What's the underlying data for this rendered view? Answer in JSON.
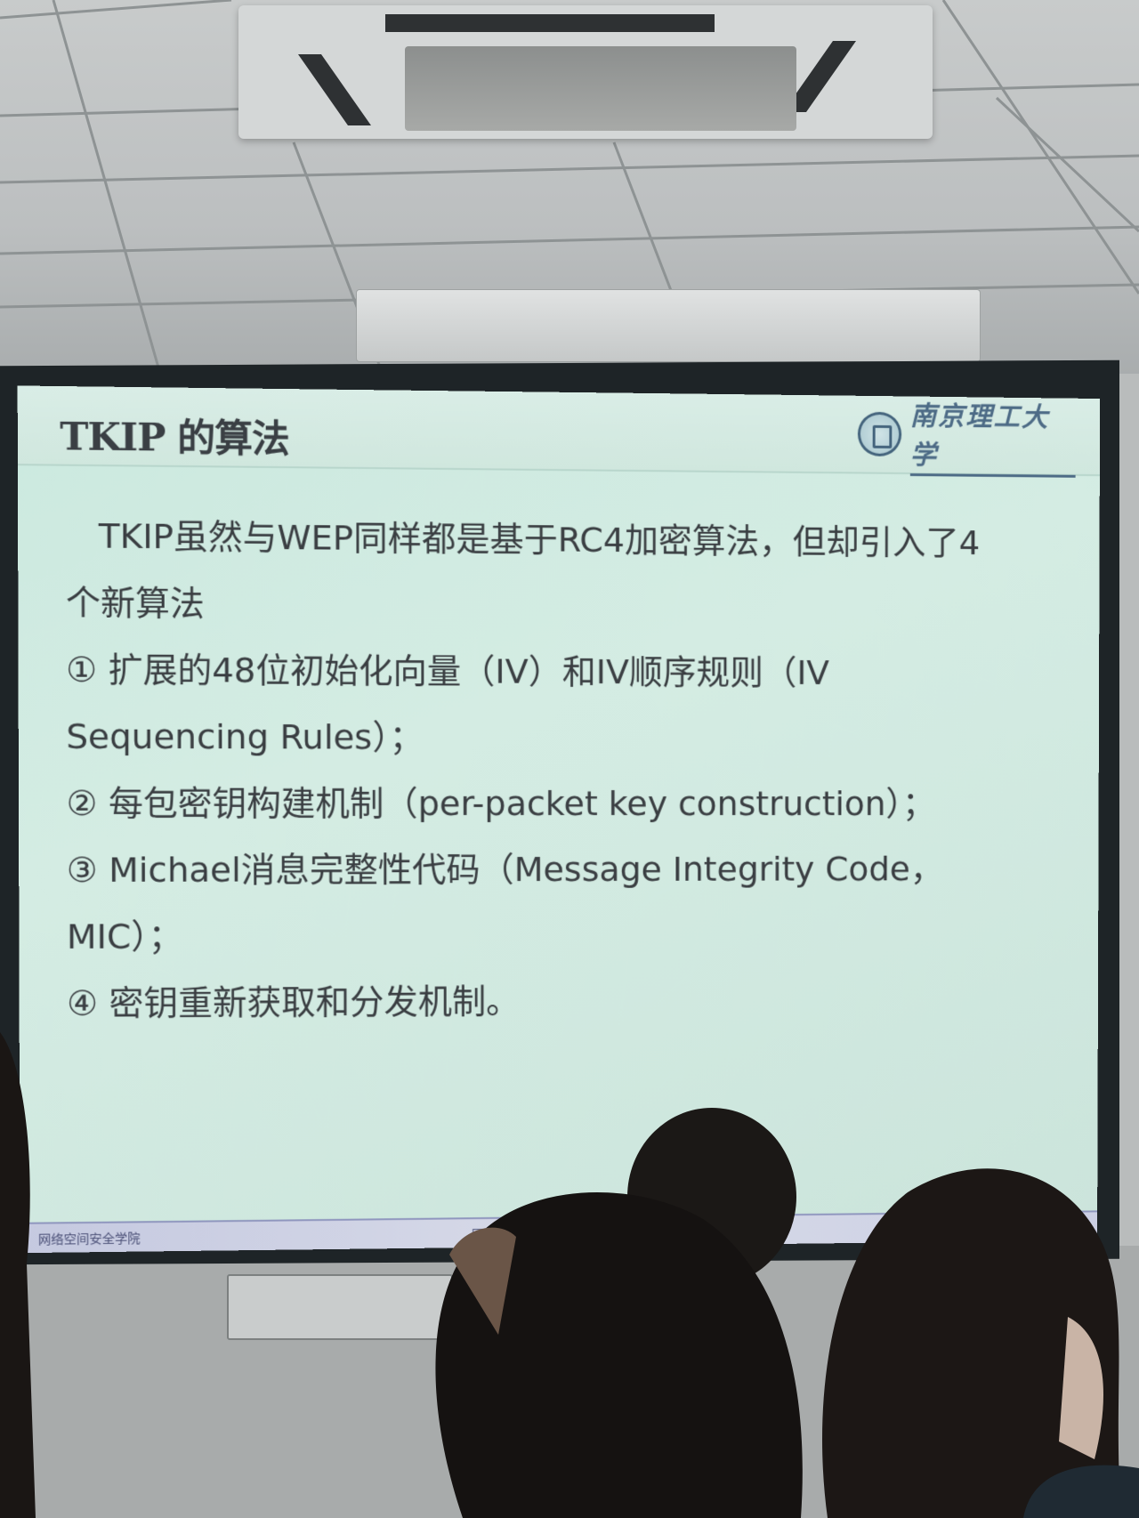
{
  "slide": {
    "title": "TKIP 的算法",
    "logo_text": "南京理工大学",
    "intro_line1": "TKIP虽然与WEP同样都是基于RC4加密算法，但却引入了4",
    "intro_line2": "个新算法",
    "items": [
      {
        "line1": "① 扩展的48位初始化向量（IV）和IV顺序规则（IV",
        "line2": "Sequencing Rules）；"
      },
      {
        "line1": "② 每包密钥构建机制（per-packet key construction）；"
      },
      {
        "line1": "③ Michael消息完整性代码（Message Integrity Code，",
        "line2": "MIC）；"
      },
      {
        "line1": "④ 密钥重新获取和分发机制。"
      }
    ],
    "footer_left": "网络空间安全学院",
    "footer_mid": "网络与"
  },
  "colors": {
    "slide_background": "#cde8de",
    "text": "#3a3e42",
    "logo": "#4d6b86",
    "footer_band": "#c5c9e0"
  }
}
